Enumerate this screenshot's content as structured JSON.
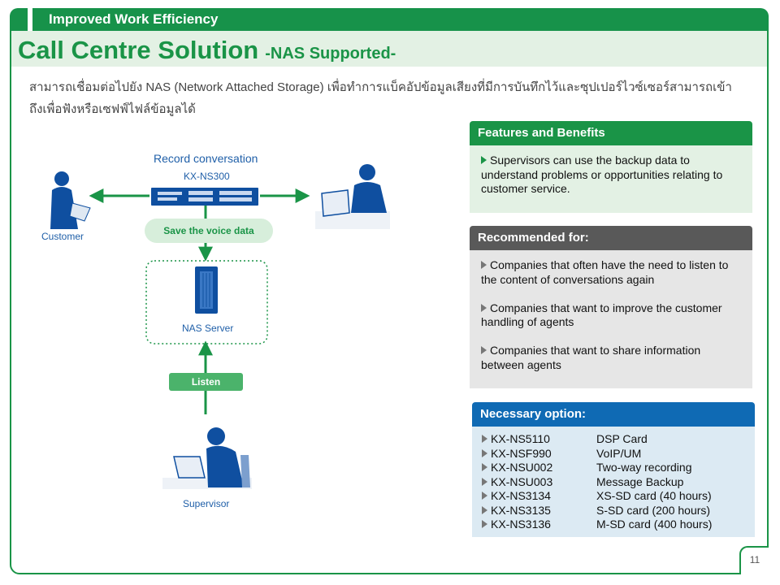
{
  "header": {
    "section_label": "Improved Work Efficiency",
    "title": "Call Centre Solution",
    "subtitle": "-NAS Supported-"
  },
  "intro_text": "สามารถเชื่อมต่อไปยัง NAS (Network Attached Storage) เพื่อทำการแบ็คอัปข้อมูลเสียงที่มีการบันทึกไว้และซุปเปอร์ไวซ์เซอร์สามารถเข้าถึงเพื่อฟังหรือเซฟฟ์ไฟล์ข้อมูลได้",
  "diagram": {
    "record_conversation": "Record conversation",
    "pbx_model": "KX-NS300",
    "customer_label": "Customer",
    "save_voice": "Save the voice data",
    "nas_label": "NAS Server",
    "listen_label": "Listen",
    "supervisor_label": "Supervisor"
  },
  "features": {
    "title": "Features  and  Benefits",
    "text": "Supervisors can use the backup data to understand problems or opportunities relating to customer service."
  },
  "recommended": {
    "title": "Recommended  for:",
    "items": [
      "Companies that often have the need to listen to the content of conversations again",
      "Companies that want to improve the customer handling of agents",
      "Companies that want to share information between agents"
    ]
  },
  "necessary": {
    "title": "Necessary  option:",
    "options": [
      {
        "code": "KX-NS5110",
        "desc": "DSP Card"
      },
      {
        "code": "KX-NSF990",
        "desc": "VoIP/UM"
      },
      {
        "code": "KX-NSU002",
        "desc": "Two-way recording"
      },
      {
        "code": "KX-NSU003",
        "desc": "Message Backup"
      },
      {
        "code": "KX-NS3134",
        "desc": "XS-SD card (40 hours)"
      },
      {
        "code": "KX-NS3135",
        "desc": "S-SD card (200 hours)"
      },
      {
        "code": "KX-NS3136",
        "desc": "M-SD card (400 hours)"
      }
    ]
  },
  "page_number": "11",
  "colors": {
    "brand_green": "#1a9447",
    "light_green": "#e3f1e4",
    "figure_blue": "#1f5fa8",
    "recommended_header": "#595959",
    "necessary_header": "#0f6ab4"
  }
}
